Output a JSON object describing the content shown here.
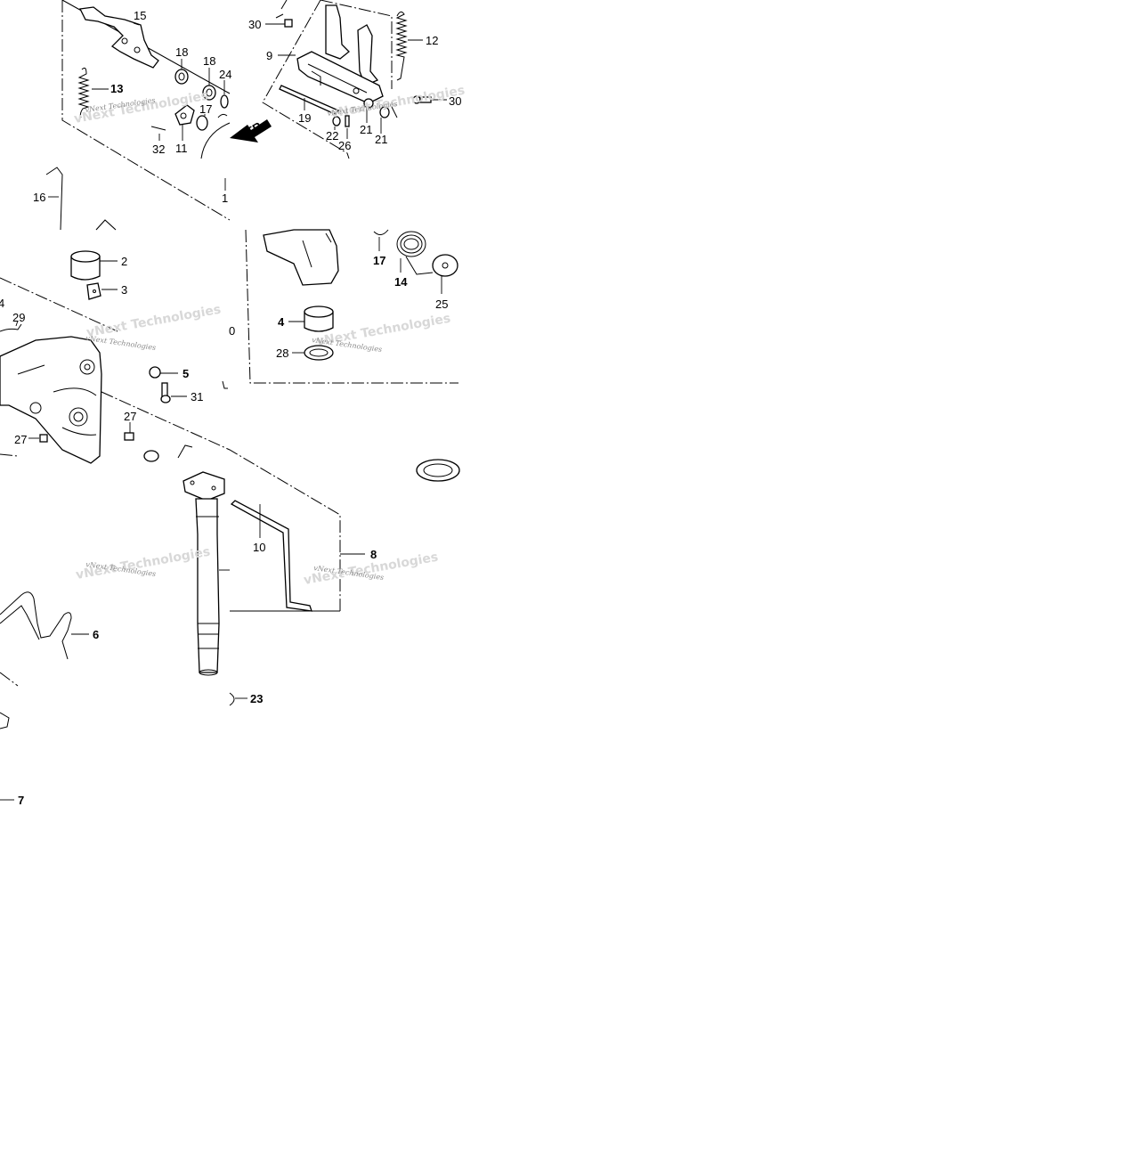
{
  "diagram": {
    "fr_label": "FR.",
    "watermark": "vNext Technologies",
    "callouts": [
      {
        "id": "c15",
        "text": "15"
      },
      {
        "id": "c18a",
        "text": "18"
      },
      {
        "id": "c18b",
        "text": "18"
      },
      {
        "id": "c24",
        "text": "24"
      },
      {
        "id": "c13",
        "text": "13"
      },
      {
        "id": "c17a",
        "text": "17"
      },
      {
        "id": "c11",
        "text": "11"
      },
      {
        "id": "c32",
        "text": "32"
      },
      {
        "id": "c1",
        "text": "1"
      },
      {
        "id": "c16",
        "text": "16"
      },
      {
        "id": "c30a",
        "text": "30"
      },
      {
        "id": "c9",
        "text": "9"
      },
      {
        "id": "c12",
        "text": "12"
      },
      {
        "id": "c30b",
        "text": "30"
      },
      {
        "id": "c19",
        "text": "19"
      },
      {
        "id": "c22",
        "text": "22"
      },
      {
        "id": "c26",
        "text": "26"
      },
      {
        "id": "c21a",
        "text": "21"
      },
      {
        "id": "c21b",
        "text": "21"
      },
      {
        "id": "c2",
        "text": "2"
      },
      {
        "id": "c3",
        "text": "3"
      },
      {
        "id": "c4a",
        "text": "4"
      },
      {
        "id": "c29",
        "text": "29"
      },
      {
        "id": "c5",
        "text": "5"
      },
      {
        "id": "c31",
        "text": "31"
      },
      {
        "id": "c27a",
        "text": "27"
      },
      {
        "id": "c27b",
        "text": "27"
      },
      {
        "id": "c17b",
        "text": "17"
      },
      {
        "id": "c14",
        "text": "14"
      },
      {
        "id": "c25",
        "text": "25"
      },
      {
        "id": "c4b",
        "text": "4"
      },
      {
        "id": "c28",
        "text": "28"
      },
      {
        "id": "c0",
        "text": "0"
      },
      {
        "id": "c10",
        "text": "10"
      },
      {
        "id": "c8",
        "text": "8"
      },
      {
        "id": "c6",
        "text": "6"
      },
      {
        "id": "c23",
        "text": "23"
      },
      {
        "id": "c7",
        "text": "7"
      }
    ]
  }
}
